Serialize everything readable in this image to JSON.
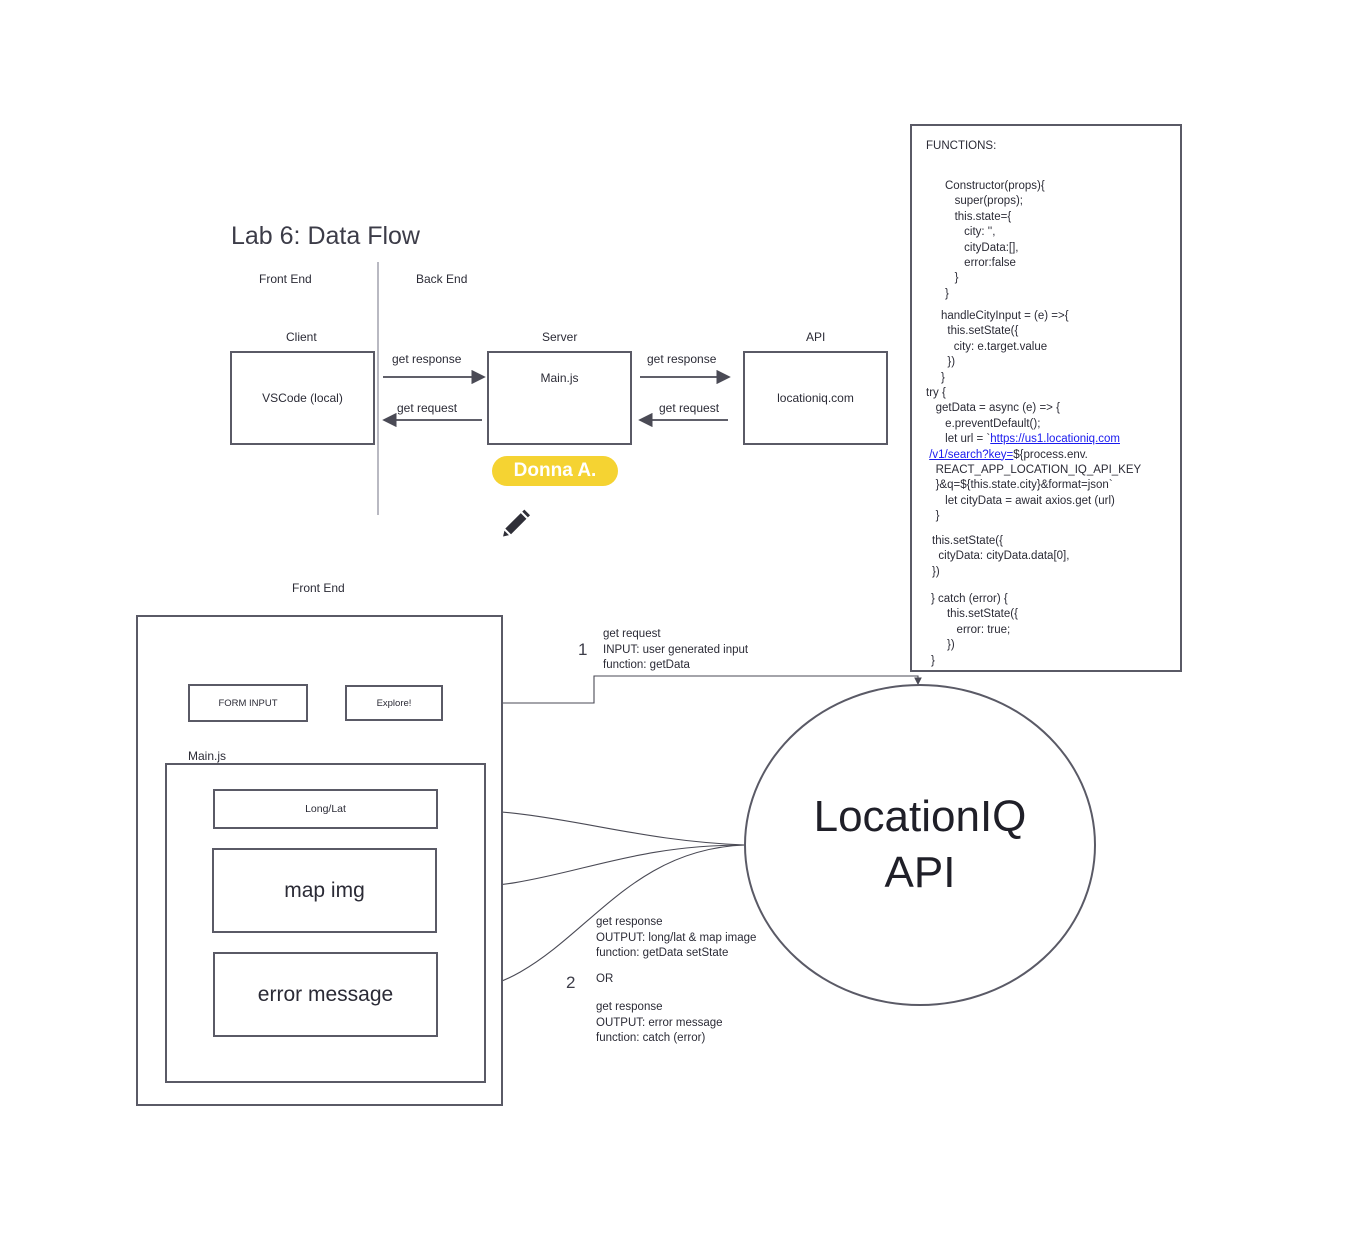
{
  "title": "Lab 6: Data Flow",
  "top_section": {
    "front_end_label": "Front End",
    "back_end_label": "Back End",
    "client": {
      "header": "Client",
      "box_label": "VSCode (local)"
    },
    "server": {
      "header": "Server",
      "box_label": "Main.js"
    },
    "api": {
      "header": "API",
      "box_label": "locationiq.com"
    },
    "arrows": {
      "client_server_response": "get response",
      "client_server_request": "get request",
      "server_api_response": "get response",
      "server_api_request": "get request"
    },
    "cursor_name": "Donna A."
  },
  "bottom_section": {
    "front_end_label": "Front End",
    "form_input": "FORM INPUT",
    "explore_button": "Explore!",
    "main_js_label": "Main.js",
    "long_lat": "Long/Lat",
    "map_img": "map img",
    "error_message": "error message",
    "api_circle": {
      "line1": "LocationIQ",
      "line2": "API"
    },
    "step1": {
      "number": "1",
      "lines": [
        "get request",
        "INPUT: user generated input",
        "function: getData"
      ]
    },
    "step2": {
      "number": "2",
      "lines": [
        "get response",
        "OUTPUT: long/lat & map image",
        "function: getData setState"
      ],
      "or": "OR",
      "alt_lines": [
        "get response",
        "OUTPUT: error message",
        "function: catch (error)"
      ]
    }
  },
  "functions_panel": {
    "heading": "FUNCTIONS:",
    "constructor_block": "Constructor(props){\n   super(props);\n   this.state={\n      city: '',\n      cityData:[],\n      error:false\n   }\n}",
    "handle_block": "handleCityInput = (e) =>{\n  this.setState({\n    city: e.target.value\n  })\n}",
    "try_block_start": "try {\n   getData = async (e) => {\n      e.preventDefault();\n      let url = `",
    "url_part1": "https://us1.locationiq.com",
    "url_part2": "/v1/search?key=",
    "try_block_end": "${process.env.\n   REACT_APP_LOCATION_IQ_API_KEY\n   }&q=${this.state.city}&format=json`\n      let cityData = await axios.get (url)\n   }",
    "setstate_block": "this.setState({\n  cityData: cityData.data[0],\n})",
    "catch_block": "} catch (error) {\n     this.setState({\n        error: true;\n     })\n}"
  }
}
